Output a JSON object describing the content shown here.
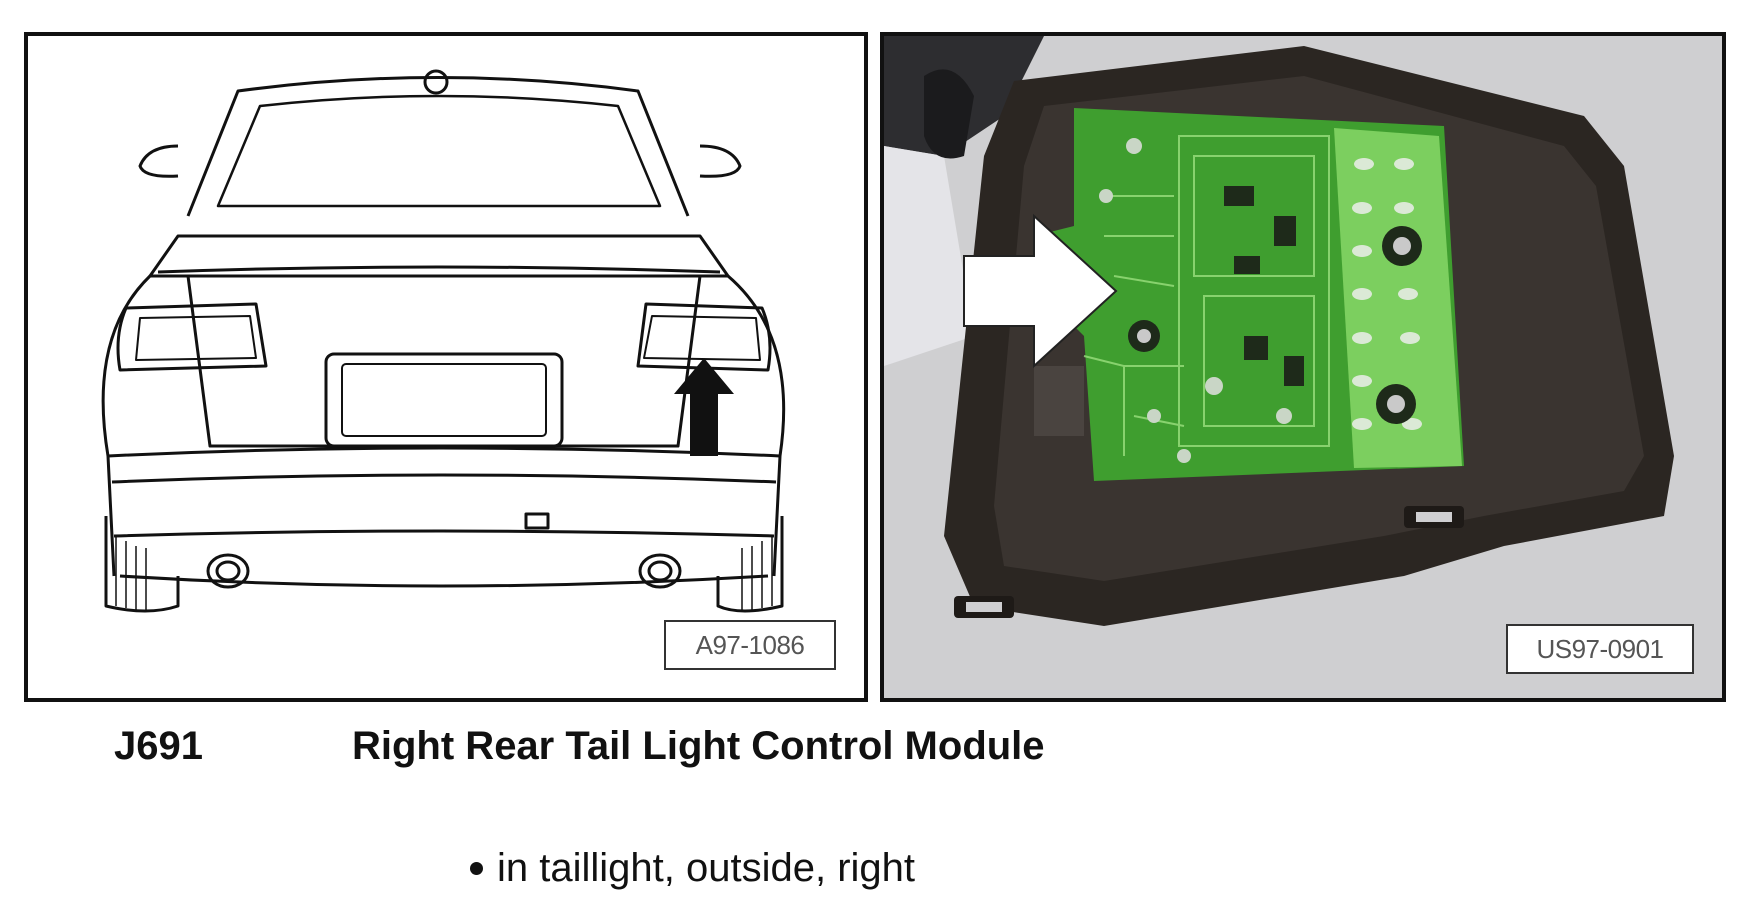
{
  "figures": {
    "left": {
      "code": "A97-1086"
    },
    "right": {
      "code": "US97-0901"
    }
  },
  "caption": {
    "component_code": "J691",
    "component_name": "Right Rear Tail Light Control Module"
  },
  "location": {
    "bullet": "in taillight, outside, right"
  },
  "colors": {
    "pcb_green": "#3f9e2f",
    "pcb_light": "#7ccf5f",
    "housing": "#2b2622",
    "photo_bg": "#cfcfd1"
  }
}
